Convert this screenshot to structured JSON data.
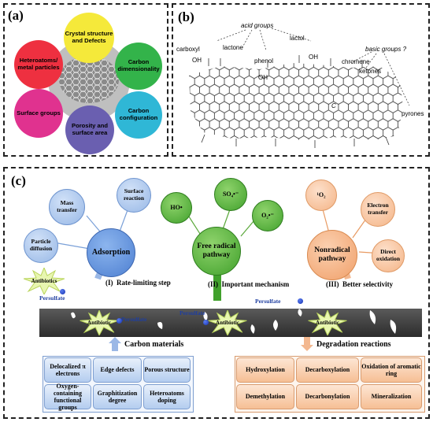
{
  "panel_a": {
    "label": "(a)",
    "center_icon": "graphene-sheet-icon",
    "circles": [
      {
        "id": "crystal",
        "text": "Crystal structure and Defects",
        "color": "#f5e93a"
      },
      {
        "id": "dimensionality",
        "text": "Carbon dimensionality",
        "color": "#33b34a"
      },
      {
        "id": "configuration",
        "text": "Carbon configuration",
        "color": "#2fb7d6"
      },
      {
        "id": "porosity",
        "text": "Porosity and surface area",
        "color": "#6a5fb0"
      },
      {
        "id": "surface",
        "text": "Surface groups",
        "color": "#e0328f"
      },
      {
        "id": "heteroatoms",
        "text": "Heteroatoms/ metal particles",
        "color": "#ee3040"
      }
    ]
  },
  "panel_b": {
    "label": "(b)",
    "acid_groups": "acid groups",
    "basic_groups": "basic groups ?",
    "labels": {
      "carboxyl": "carboxyl",
      "lactone": "lactone",
      "phenol": "phenol",
      "lactol": "lactol",
      "chromene": "chromene",
      "ketones": "ketones",
      "pyrones": "pyrones",
      "oh1": "OH",
      "oh2": "OH",
      "oh3": "OH",
      "c_atom": "C"
    },
    "structure_icon": "graphene-oxide-structure-icon"
  },
  "panel_c": {
    "label": "(c)",
    "adsorption": {
      "center": "Adsorption",
      "mass": "Mass transfer",
      "surface": "Surface reaction",
      "particle": "Particle diffusion"
    },
    "free_radical": {
      "center": "Free radical pathway",
      "ho": "HO•",
      "so4": "SO₄•⁻",
      "o2": "O₂•⁻"
    },
    "nonradical": {
      "center": "Nonradical pathway",
      "singlet": "¹O₂",
      "electron": "Electron transfer",
      "direct": "Direct oxidation"
    },
    "steps": {
      "i": "(I)",
      "rate": "Rate-limiting step",
      "ii": "(II)",
      "important": "Important mechanism",
      "iii": "(III)",
      "better": "Better selectivity"
    },
    "antibiotics": "Antibiotics",
    "antibiotic": "Antibiotic",
    "persulfate": "Persulfate",
    "carbon_materials": "Carbon materials",
    "degradation_reactions": "Degradation reactions",
    "carbon_boxes": [
      "Delocalized π electrons",
      "Edge defects",
      "Porous structure",
      "Oxygen-containing functional groups",
      "Graphitization degree",
      "Heteroatoms doping"
    ],
    "degradation_boxes": [
      "Hydroxylation",
      "Decarboxylation",
      "Oxidation of aromatic ring",
      "Demethylation",
      "Decarbonylation",
      "Mineralization"
    ],
    "colors": {
      "blue": "#4d7fd1",
      "green": "#41a12c",
      "orange": "#f0a06a",
      "bar": "#3a3a3a"
    }
  }
}
